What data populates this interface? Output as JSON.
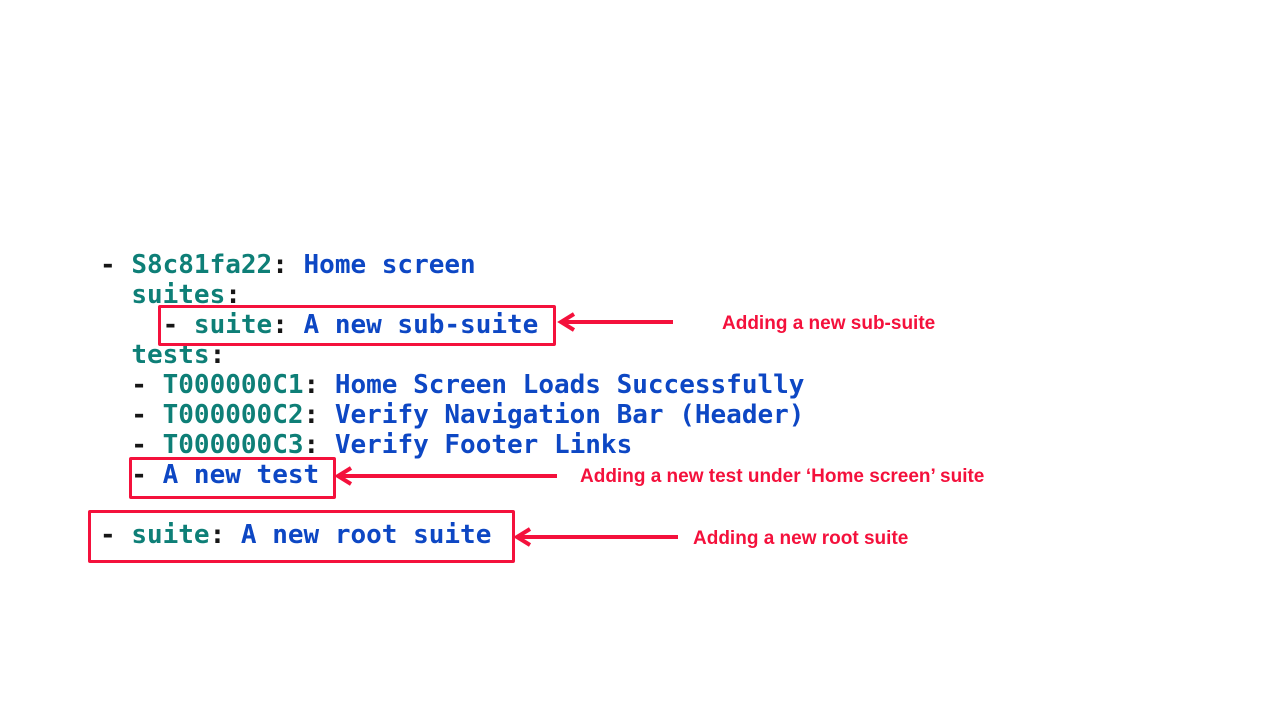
{
  "colors": {
    "background": "#ffffff",
    "key": "#0e7f77",
    "value": "#0d47c4",
    "punct": "#161616",
    "annotation": "#f4113c"
  },
  "yaml": {
    "lines": [
      {
        "name": "root-suite-home-screen",
        "segments": [
          {
            "type": "punct",
            "text": "- "
          },
          {
            "type": "key",
            "text": "S8c81fa22"
          },
          {
            "type": "punct",
            "text": ": "
          },
          {
            "type": "value",
            "text": "Home screen"
          }
        ]
      },
      {
        "name": "suites-key",
        "segments": [
          {
            "type": "punct",
            "text": "  "
          },
          {
            "type": "key",
            "text": "suites"
          },
          {
            "type": "punct",
            "text": ":"
          }
        ]
      },
      {
        "name": "new-sub-suite",
        "segments": [
          {
            "type": "punct",
            "text": "    - "
          },
          {
            "type": "key",
            "text": "suite"
          },
          {
            "type": "punct",
            "text": ": "
          },
          {
            "type": "value",
            "text": "A new sub-suite"
          }
        ]
      },
      {
        "name": "tests-key",
        "segments": [
          {
            "type": "punct",
            "text": "  "
          },
          {
            "type": "key",
            "text": "tests"
          },
          {
            "type": "punct",
            "text": ":"
          }
        ]
      },
      {
        "name": "test-t000000c1",
        "segments": [
          {
            "type": "punct",
            "text": "  - "
          },
          {
            "type": "key",
            "text": "T000000C1"
          },
          {
            "type": "punct",
            "text": ": "
          },
          {
            "type": "value",
            "text": "Home Screen Loads Successfully"
          }
        ]
      },
      {
        "name": "test-t000000c2",
        "segments": [
          {
            "type": "punct",
            "text": "  - "
          },
          {
            "type": "key",
            "text": "T000000C2"
          },
          {
            "type": "punct",
            "text": ": "
          },
          {
            "type": "value",
            "text": "Verify Navigation Bar (Header)"
          }
        ]
      },
      {
        "name": "test-t000000c3",
        "segments": [
          {
            "type": "punct",
            "text": "  - "
          },
          {
            "type": "key",
            "text": "T000000C3"
          },
          {
            "type": "punct",
            "text": ": "
          },
          {
            "type": "value",
            "text": "Verify Footer Links"
          }
        ]
      },
      {
        "name": "new-test",
        "segments": [
          {
            "type": "punct",
            "text": "  - "
          },
          {
            "type": "value",
            "text": "A new test"
          }
        ]
      },
      {
        "name": "blank",
        "segments": []
      },
      {
        "name": "new-root-suite",
        "segments": [
          {
            "type": "punct",
            "text": "- "
          },
          {
            "type": "key",
            "text": "suite"
          },
          {
            "type": "punct",
            "text": ": "
          },
          {
            "type": "value",
            "text": "A new root suite"
          }
        ]
      }
    ]
  },
  "annotations": [
    {
      "label": "Adding a new sub-suite"
    },
    {
      "label": "Adding a new test under ‘Home screen’ suite"
    },
    {
      "label": "Adding a new root suite"
    }
  ]
}
